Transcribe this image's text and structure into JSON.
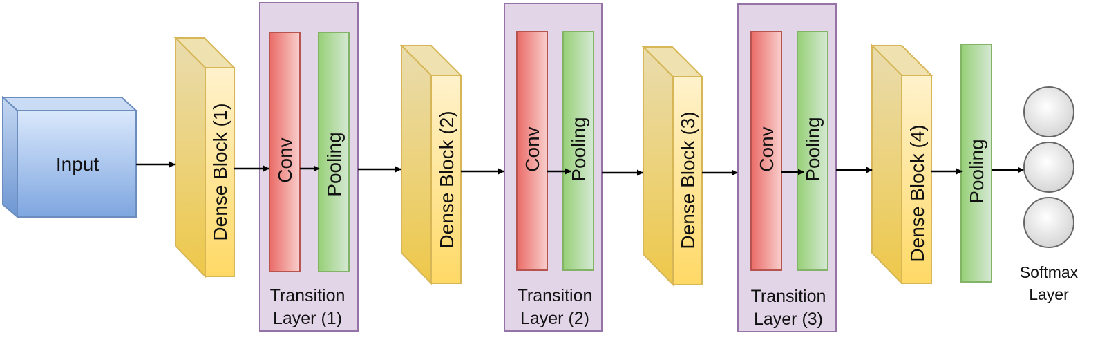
{
  "input": {
    "label": "Input"
  },
  "dense_blocks": [
    {
      "label": "Dense Block (1)"
    },
    {
      "label": "Dense Block (2)"
    },
    {
      "label": "Dense Block (3)"
    },
    {
      "label": "Dense Block (4)"
    }
  ],
  "transition_layers": [
    {
      "title_line1": "Transition",
      "title_line2": "Layer (1)",
      "conv": "Conv",
      "pooling": "Pooling"
    },
    {
      "title_line1": "Transition",
      "title_line2": "Layer (2)",
      "conv": "Conv",
      "pooling": "Pooling"
    },
    {
      "title_line1": "Transition",
      "title_line2": "Layer (3)",
      "conv": "Conv",
      "pooling": "Pooling"
    }
  ],
  "final_pooling": {
    "label": "Pooling"
  },
  "softmax": {
    "line1": "Softmax",
    "line2": "Layer",
    "node_count": 3
  },
  "colors": {
    "transition_fill": "#e1d5e7",
    "transition_stroke": "#9673a6",
    "conv_fill": "#f8cecc",
    "conv_stroke": "#b85450",
    "pool_fill": "#d5e8d4",
    "pool_stroke": "#82b366",
    "dense_fill": "#fff2cc",
    "dense_stroke": "#d6b656",
    "input_fill": "#dae8fc",
    "input_stroke": "#6c8ebf",
    "node_fill": "#f5f5f5",
    "node_stroke": "#666666",
    "arrow": "#000000"
  }
}
